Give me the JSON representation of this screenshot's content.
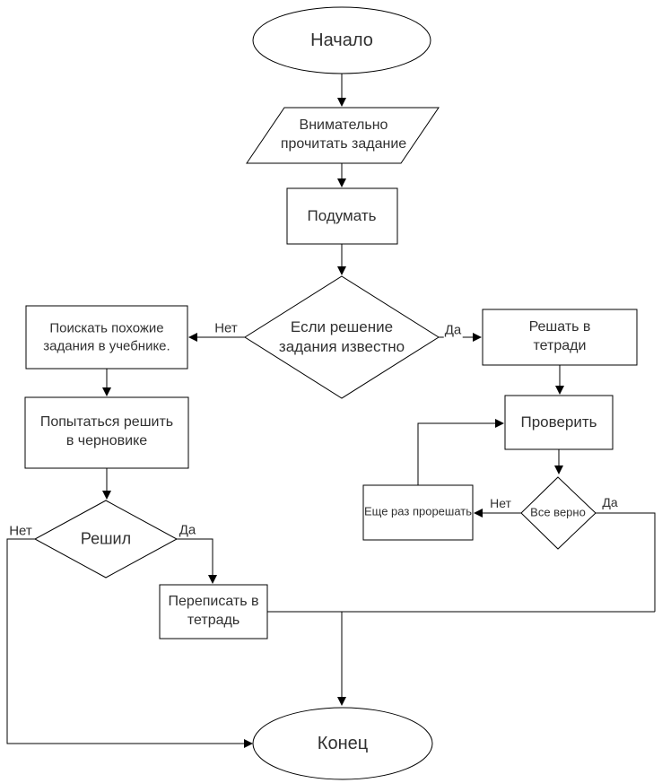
{
  "diagram": {
    "type": "flowchart",
    "language": "ru",
    "colors": {
      "background": "#ffffff",
      "stroke": "#000000",
      "text": "#303030",
      "shape_fill": "#ffffff"
    },
    "nodes": {
      "start": {
        "shape": "ellipse",
        "label": "Начало"
      },
      "read": {
        "shape": "parallelogram",
        "label": "Внимательно прочитать задание"
      },
      "think": {
        "shape": "rect",
        "label": "Подумать"
      },
      "known": {
        "shape": "diamond",
        "label": "Если решение задания известно"
      },
      "search": {
        "shape": "rect",
        "label": "Поискать похожие задания в учебнике."
      },
      "solve_notebook": {
        "shape": "rect",
        "label": "Решать в тетради"
      },
      "try_draft": {
        "shape": "rect",
        "label": "Попытаться решить в черновике"
      },
      "solved": {
        "shape": "diamond",
        "label": "Решил"
      },
      "rewrite": {
        "shape": "rect",
        "label": "Переписать в тетрадь"
      },
      "check": {
        "shape": "rect",
        "label": "Проверить"
      },
      "all_correct": {
        "shape": "diamond",
        "label": "Все верно"
      },
      "resolve_again": {
        "shape": "rect",
        "label": "Еще раз прорешать"
      },
      "end": {
        "shape": "ellipse",
        "label": "Конец"
      }
    },
    "edge_labels": {
      "known_no": "Нет",
      "known_yes": "Да",
      "solved_no": "Нет",
      "solved_yes": "Да",
      "correct_no": "Нет",
      "correct_yes": "Да"
    }
  }
}
